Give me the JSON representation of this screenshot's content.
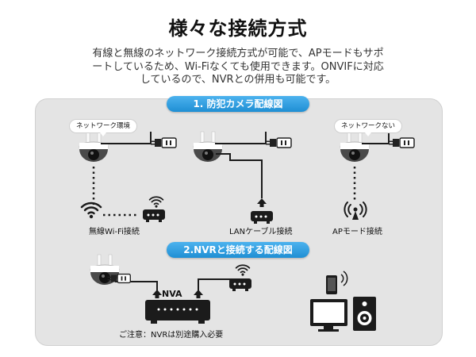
{
  "title": "様々な接続方式",
  "description": [
    "有線と無線のネットワーク接続方式が可能で、APモードもサポ",
    "ートしているため、Wi-Fiなくても使用できます。ONVIFに対応",
    "しているので、NVRとの併用も可能です。"
  ],
  "section1": {
    "heading": "1. 防犯カメラ配線図",
    "bubble_left": "ネットワーク環境",
    "bubble_right": "ネットワークない",
    "label_wifi": "無線Wi-Fi接続",
    "label_lan": "LANケーブル接続",
    "label_ap": "APモード接続"
  },
  "section2": {
    "heading": "2.NVRと接続する配線図",
    "nvr_label": "NVA",
    "note": "ご注意：NVRは別途購入必要"
  },
  "icons": [
    "camera-icon",
    "power-plug-icon",
    "wifi-icon",
    "router-icon",
    "antenna-icon",
    "nvr-icon",
    "phone-icon",
    "monitor-icon",
    "speaker-icon"
  ],
  "colors": {
    "ribbon": "#2a9ee0",
    "panel": "#e4e4e4"
  }
}
